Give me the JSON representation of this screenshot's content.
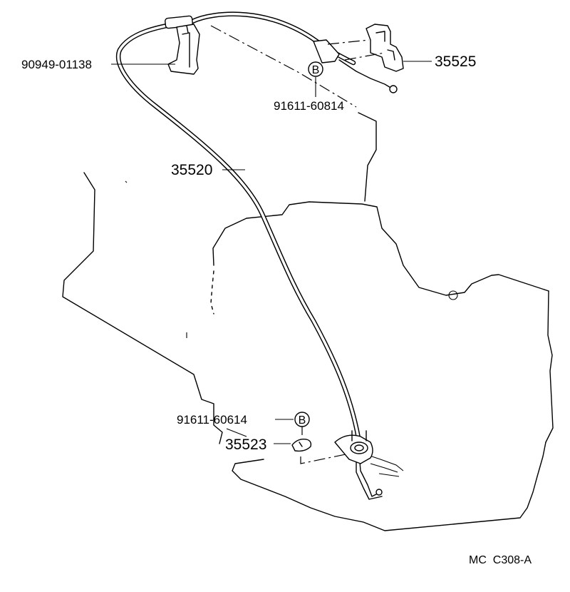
{
  "parts": {
    "clip": "90949-01138",
    "cable": "35520",
    "bracket": "35525",
    "bolt_upper": "91611-60814",
    "bolt_lower": "91611-60614",
    "retainer": "35523"
  },
  "symbols": {
    "bolt_upper_marker": "B",
    "bolt_lower_marker": "B"
  },
  "diagram_code": "MC  C308-A"
}
